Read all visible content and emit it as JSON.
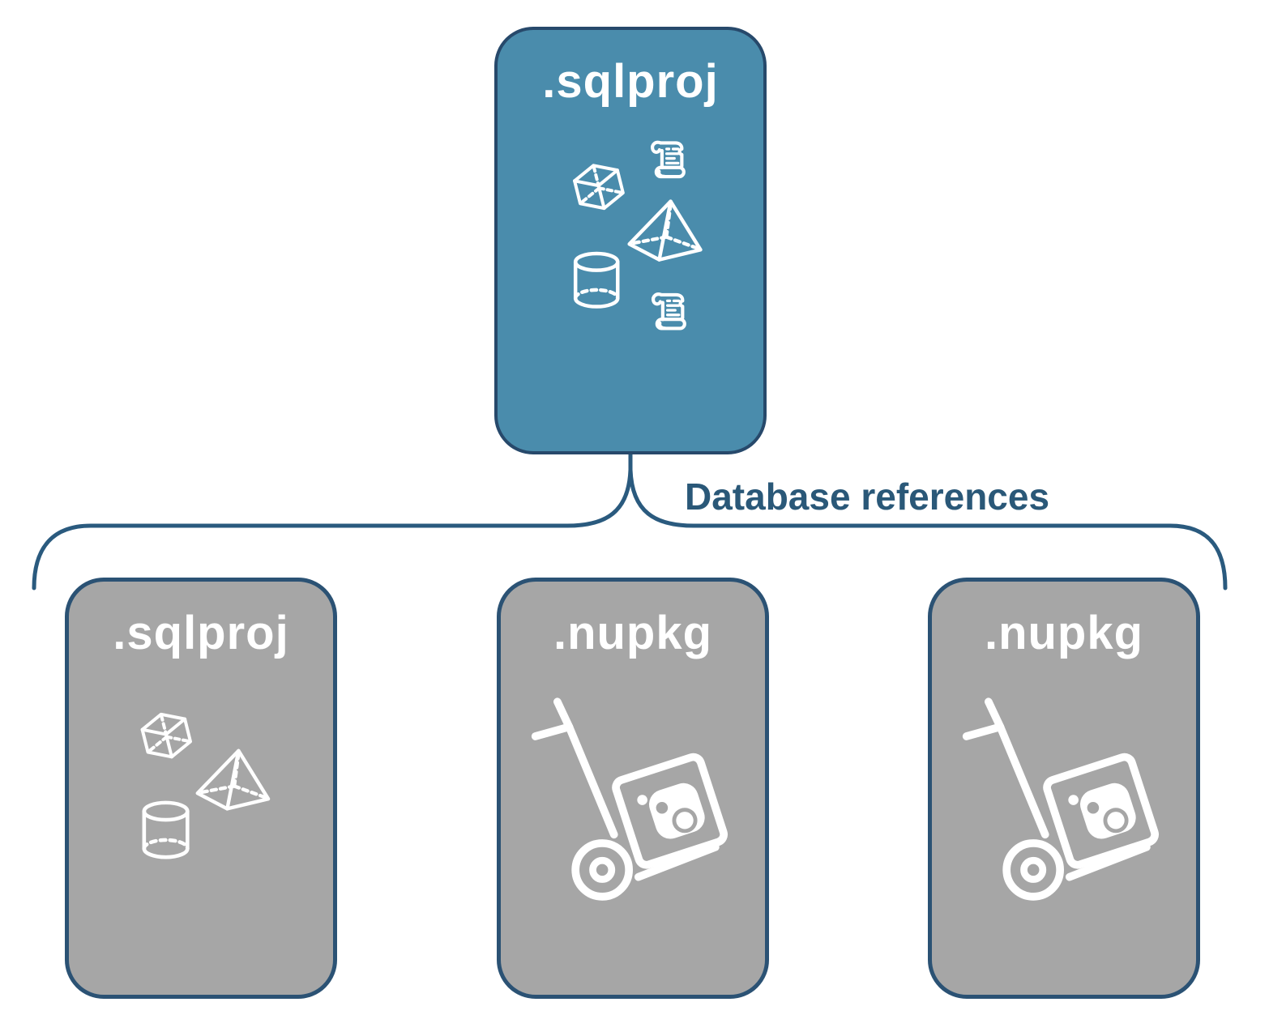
{
  "diagram": {
    "root": {
      "label": ".sqlproj",
      "icons": [
        "cube-icon",
        "script-scroll-icon",
        "pyramid-icon",
        "cylinder-icon",
        "script-scroll-icon"
      ]
    },
    "connector_label": "Database references",
    "children": [
      {
        "label": ".sqlproj",
        "icons": [
          "cube-icon",
          "pyramid-icon",
          "cylinder-icon"
        ]
      },
      {
        "label": ".nupkg",
        "icons": [
          "hand-truck-icon",
          "nuget-package-icon"
        ]
      },
      {
        "label": ".nupkg",
        "icons": [
          "hand-truck-icon",
          "nuget-package-icon"
        ]
      }
    ],
    "colors": {
      "background": "#FFFFFF",
      "root_fill": "#4A8CAC",
      "root_border": "#27496B",
      "child_fill": "#A6A6A6",
      "child_border": "#2B5274",
      "connector": "#2A5A7E",
      "label_text": "#2A5878",
      "icon": "#FFFFFF"
    }
  }
}
